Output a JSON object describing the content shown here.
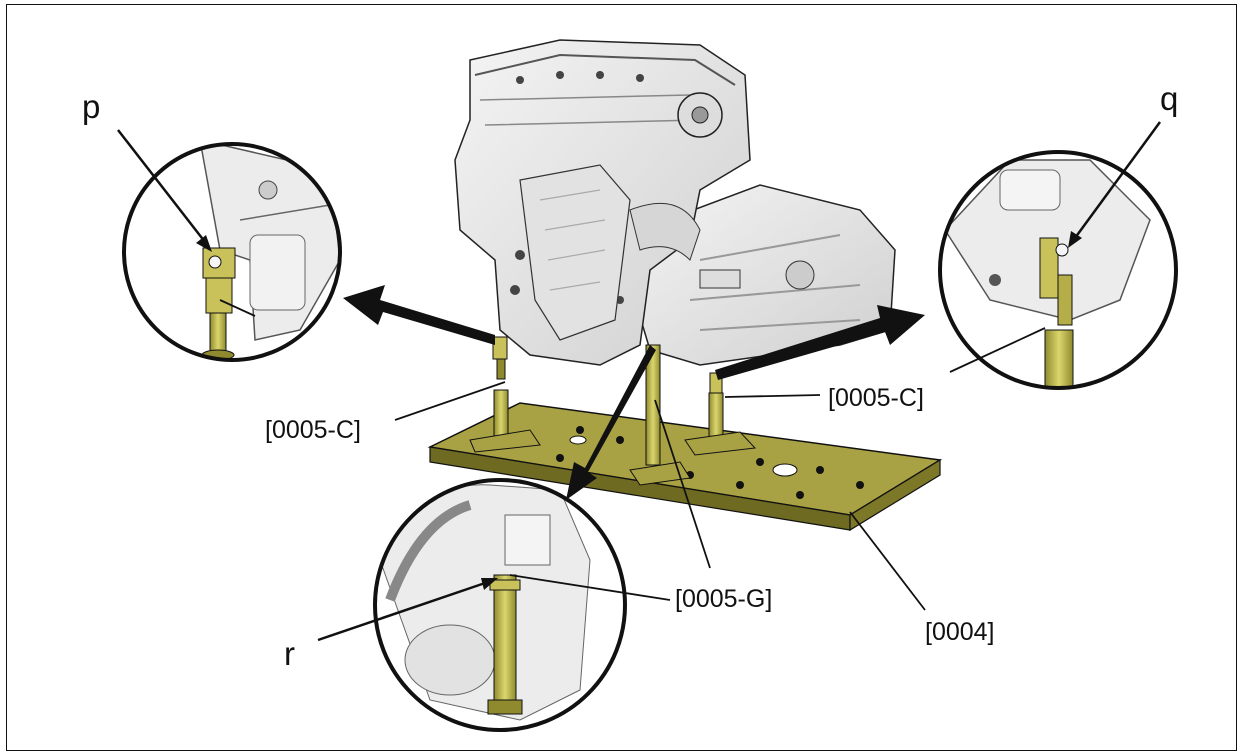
{
  "callouts": {
    "left_support": "[0005-C]",
    "right_support": "[0005-C]",
    "center_support": "[0005-G]",
    "base_plate": "[0004]"
  },
  "detail_markers": {
    "p": "p",
    "q": "q",
    "r": "r"
  },
  "colors": {
    "support_olive": "#c9c25a",
    "support_shadow": "#8f8a2e",
    "plate_olive": "#a9a244",
    "plate_dark": "#6e6a22",
    "metal_light": "#e9e9e9",
    "metal_mid": "#bdbdbd",
    "outline": "#111111"
  }
}
